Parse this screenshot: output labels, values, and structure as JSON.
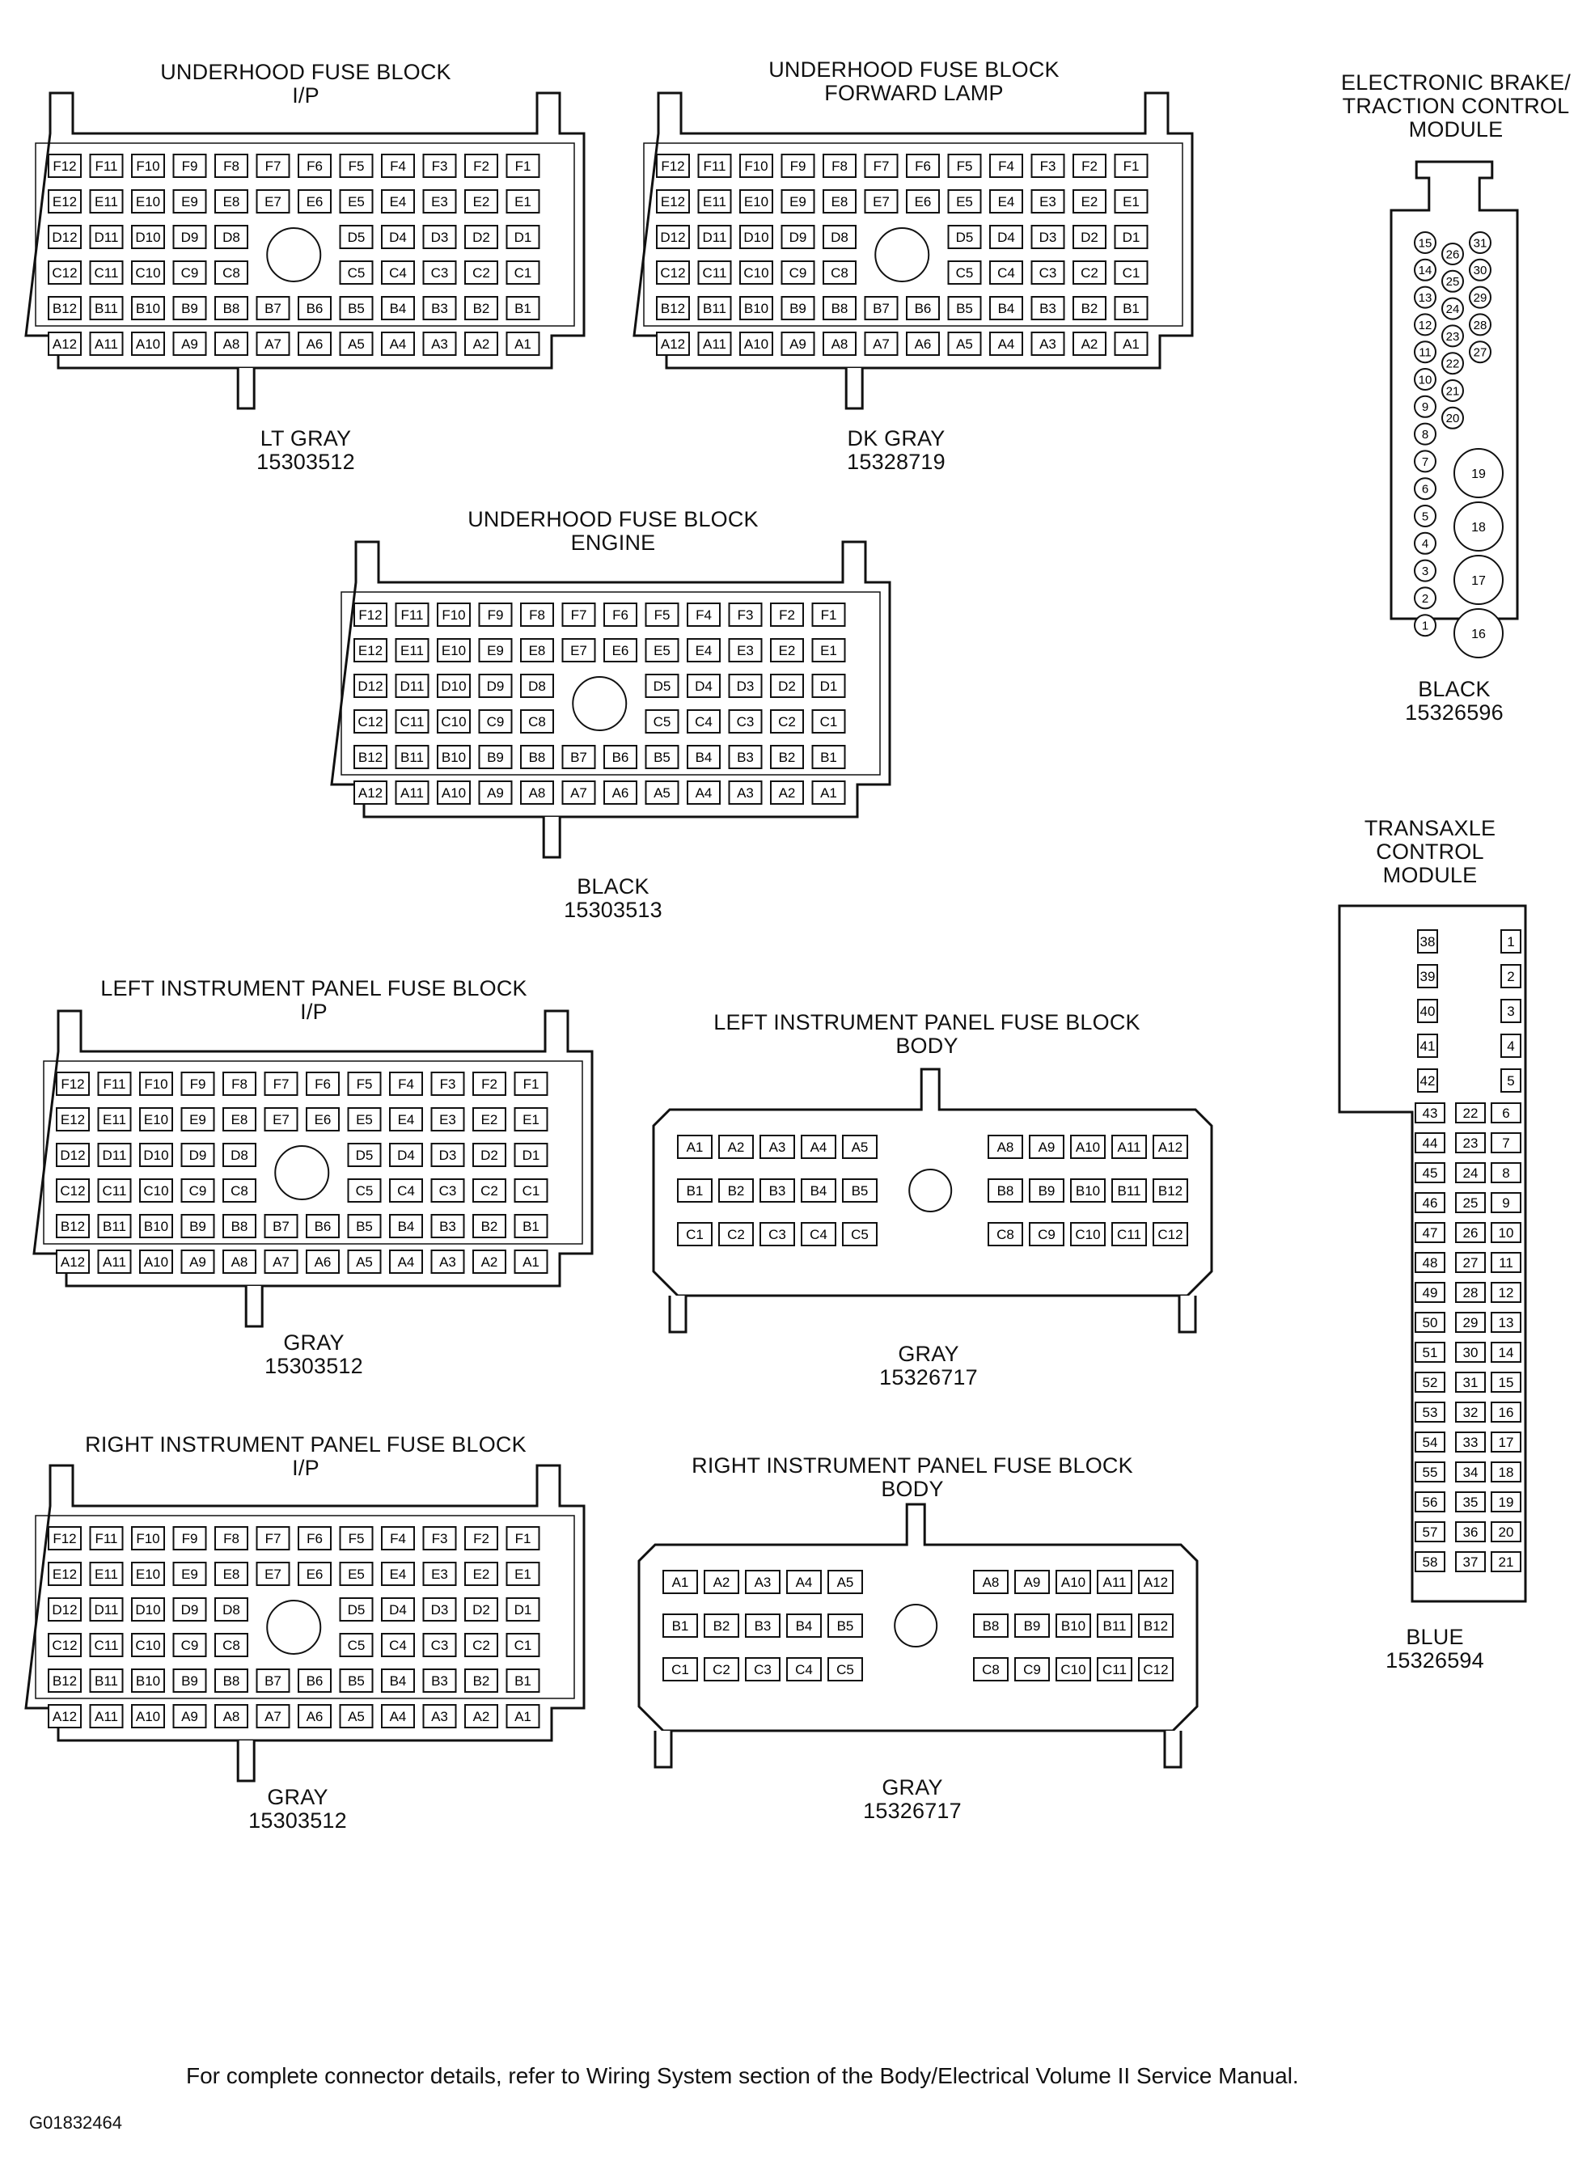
{
  "connectors": [
    {
      "id": "uh_ip",
      "kind": "fuse_block_2x",
      "title_lines": [
        "UNDERHOOD FUSE BLOCK",
        "I/P"
      ],
      "color_lines": [
        "LT GRAY",
        "15303512"
      ],
      "rows": [
        "F",
        "E",
        "D",
        "C",
        "B",
        "A"
      ]
    },
    {
      "id": "uh_fwd",
      "kind": "fuse_block_2x",
      "title_lines": [
        "UNDERHOOD FUSE BLOCK",
        "FORWARD LAMP"
      ],
      "color_lines": [
        "DK GRAY",
        "15328719"
      ],
      "rows": [
        "F",
        "E",
        "D",
        "C",
        "B",
        "A"
      ]
    },
    {
      "id": "uh_eng",
      "kind": "fuse_block_2x",
      "title_lines": [
        "UNDERHOOD FUSE BLOCK",
        "ENGINE"
      ],
      "color_lines": [
        "BLACK",
        "15303513"
      ],
      "rows": [
        "F",
        "E",
        "D",
        "C",
        "B",
        "A"
      ]
    },
    {
      "id": "lip_ip",
      "kind": "fuse_block_2x",
      "title_lines": [
        "LEFT INSTRUMENT PANEL FUSE BLOCK",
        "I/P"
      ],
      "color_lines": [
        "GRAY",
        "15303512"
      ],
      "rows": [
        "F",
        "E",
        "D",
        "C",
        "B",
        "A"
      ]
    },
    {
      "id": "lip_body",
      "kind": "fuse_block_body",
      "title_lines": [
        "LEFT INSTRUMENT PANEL FUSE BLOCK",
        "BODY"
      ],
      "color_lines": [
        "GRAY",
        "15326717"
      ],
      "rows": [
        "A",
        "B",
        "C"
      ]
    },
    {
      "id": "rip_ip",
      "kind": "fuse_block_2x",
      "title_lines": [
        "RIGHT INSTRUMENT PANEL FUSE BLOCK",
        "I/P"
      ],
      "color_lines": [
        "GRAY",
        "15303512"
      ],
      "rows": [
        "F",
        "E",
        "D",
        "C",
        "B",
        "A"
      ]
    },
    {
      "id": "rip_body",
      "kind": "fuse_block_body",
      "title_lines": [
        "RIGHT INSTRUMENT PANEL FUSE BLOCK",
        "BODY"
      ],
      "color_lines": [
        "GRAY",
        "15326717"
      ],
      "rows": [
        "A",
        "B",
        "C"
      ]
    },
    {
      "id": "ebtcm",
      "kind": "module_round_pins",
      "title_lines": [
        "ELECTRONIC BRAKE/",
        "TRACTION CONTROL",
        "MODULE"
      ],
      "color_lines": [
        "BLACK",
        "15326596"
      ],
      "col1": [
        "15",
        "14",
        "13",
        "12",
        "11",
        "10",
        "9",
        "8",
        "7",
        "6",
        "5",
        "4",
        "3",
        "2",
        "1"
      ],
      "col2": [
        "26",
        "25",
        "24",
        "23",
        "22",
        "21",
        "20"
      ],
      "col3": [
        "31",
        "30",
        "29",
        "28",
        "27"
      ],
      "large": [
        "19",
        "18",
        "17",
        "16"
      ]
    },
    {
      "id": "tcm",
      "kind": "module_square_pins",
      "title_lines": [
        "TRANSAXLE",
        "CONTROL",
        "MODULE"
      ],
      "color_lines": [
        "BLUE",
        "15326594"
      ],
      "upper_left": [
        "38",
        "39",
        "40",
        "41",
        "42"
      ],
      "upper_right": [
        "1",
        "2",
        "3",
        "4",
        "5"
      ],
      "lower_left": [
        "43",
        "44",
        "45",
        "46",
        "47",
        "48",
        "49",
        "50",
        "51",
        "52",
        "53",
        "54",
        "55",
        "56",
        "57",
        "58"
      ],
      "lower_mid": [
        "22",
        "23",
        "24",
        "25",
        "26",
        "27",
        "28",
        "29",
        "30",
        "31",
        "32",
        "33",
        "34",
        "35",
        "36",
        "37"
      ],
      "lower_right": [
        "6",
        "7",
        "8",
        "9",
        "10",
        "11",
        "12",
        "13",
        "14",
        "15",
        "16",
        "17",
        "18",
        "19",
        "20",
        "21"
      ]
    }
  ],
  "footnote": "For complete connector details, refer to Wiring System section of the Body/Electrical Volume II Service Manual.",
  "figure_id": "G01832464"
}
